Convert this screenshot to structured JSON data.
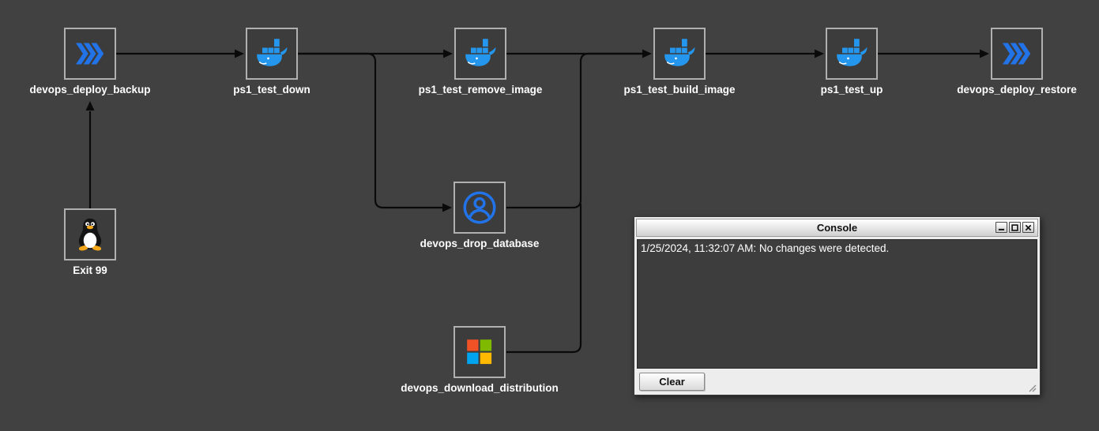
{
  "app": {
    "background": "#414141"
  },
  "nodes": [
    {
      "id": "devops_deploy_backup",
      "label": "devops_deploy_backup",
      "icon": "fast-forward-icon"
    },
    {
      "id": "ps1_test_down",
      "label": "ps1_test_down",
      "icon": "docker-icon"
    },
    {
      "id": "ps1_test_remove_image",
      "label": "ps1_test_remove_image",
      "icon": "docker-icon"
    },
    {
      "id": "ps1_test_build_image",
      "label": "ps1_test_build_image",
      "icon": "docker-icon"
    },
    {
      "id": "ps1_test_up",
      "label": "ps1_test_up",
      "icon": "docker-icon"
    },
    {
      "id": "devops_deploy_restore",
      "label": "devops_deploy_restore",
      "icon": "fast-forward-icon"
    },
    {
      "id": "exit_99",
      "label": "Exit 99",
      "icon": "linux-tux-icon"
    },
    {
      "id": "devops_drop_database",
      "label": "devops_drop_database",
      "icon": "user-circle-icon"
    },
    {
      "id": "devops_download_distribution",
      "label": "devops_download_distribution",
      "icon": "microsoft-icon"
    }
  ],
  "edges": [
    {
      "from": "devops_deploy_backup",
      "to": "ps1_test_down"
    },
    {
      "from": "ps1_test_down",
      "to": "ps1_test_remove_image"
    },
    {
      "from": "ps1_test_down",
      "to": "devops_drop_database"
    },
    {
      "from": "ps1_test_remove_image",
      "to": "ps1_test_build_image"
    },
    {
      "from": "devops_drop_database",
      "to": "ps1_test_build_image"
    },
    {
      "from": "devops_download_distribution",
      "to": "ps1_test_build_image"
    },
    {
      "from": "ps1_test_build_image",
      "to": "ps1_test_up"
    },
    {
      "from": "ps1_test_up",
      "to": "devops_deploy_restore"
    },
    {
      "from": "exit_99",
      "to": "devops_deploy_backup"
    }
  ],
  "console": {
    "title": "Console",
    "log_lines": [
      "1/25/2024, 11:32:07 AM: No changes were detected."
    ],
    "clear_button": "Clear",
    "window_buttons": [
      "minimize",
      "maximize",
      "close"
    ]
  },
  "colors": {
    "background": "#414141",
    "node_border": "#b0b0b0",
    "edge": "#0a0a0a",
    "label_text": "#ffffff",
    "accent_blue": "#2273e8",
    "docker_blue": "#2496ed",
    "ms_red": "#f05125",
    "ms_green": "#7fba00",
    "ms_blue": "#00a4ef",
    "ms_yellow": "#ffb900",
    "tux_orange": "#f5a81c",
    "console_body_bg": "#3d3d3d"
  }
}
